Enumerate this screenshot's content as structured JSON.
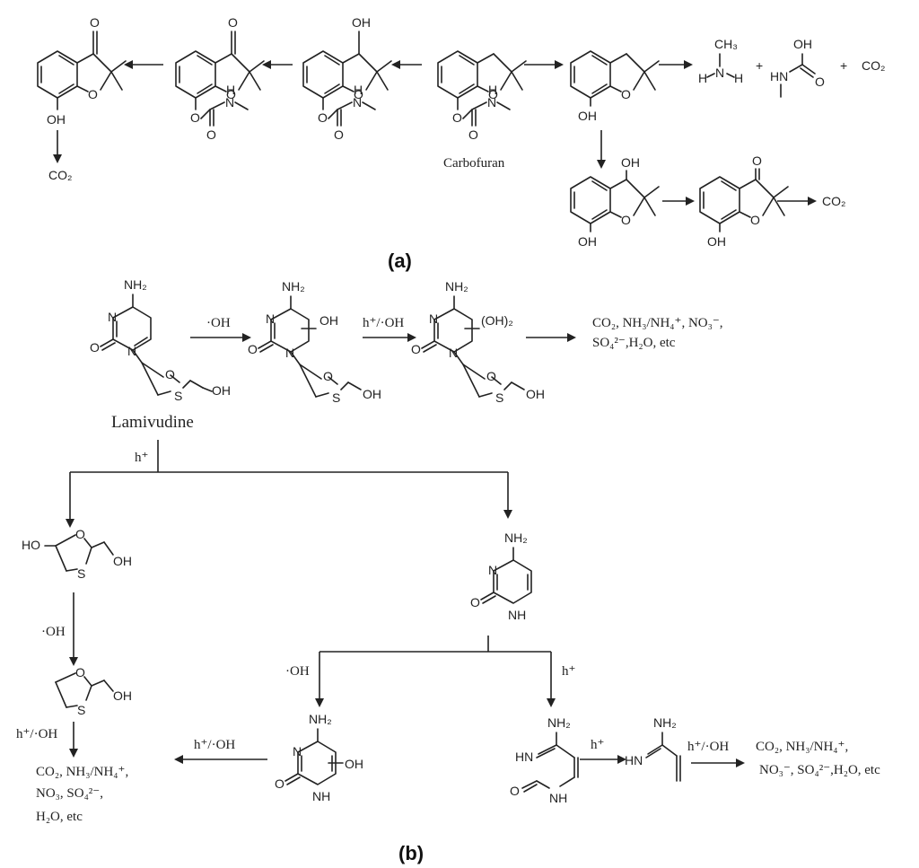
{
  "panel_a": {
    "label": "(a)",
    "compound_name": "Carbofuran",
    "co2": "CO₂",
    "plus": "+",
    "atoms": {
      "oh": "OH",
      "o": "O",
      "h": "H",
      "n": "N",
      "ch3": "CH₃",
      "hn": "HN"
    }
  },
  "panel_b": {
    "label": "(b)",
    "compound_name": "Lamivudine",
    "reagents": {
      "oh_radical": "·OH",
      "h_plus": "h⁺",
      "h_plus_oh": "h⁺/·OH"
    },
    "products": {
      "top_line1": "CO₂, NH₃/NH₄⁺, NO₃⁻,",
      "top_line2": "SO₄²⁻,H₂O, etc",
      "left_line1": "CO₂, NH₃/NH₄⁺,",
      "left_line2": "NO₃, SO₄²⁻,",
      "left_line3": "H₂O, etc",
      "right_line1": "CO₂, NH₃/NH₄⁺,",
      "right_line2": "NO₃⁻, SO₄²⁻,H₂O, etc"
    },
    "atoms": {
      "nh2": "NH₂",
      "n": "N",
      "nh": "NH",
      "hn": "HN",
      "o": "O",
      "s": "S",
      "oh": "OH",
      "ho": "HO",
      "oh2": "(OH)₂",
      "minus_oh": "OH"
    }
  }
}
